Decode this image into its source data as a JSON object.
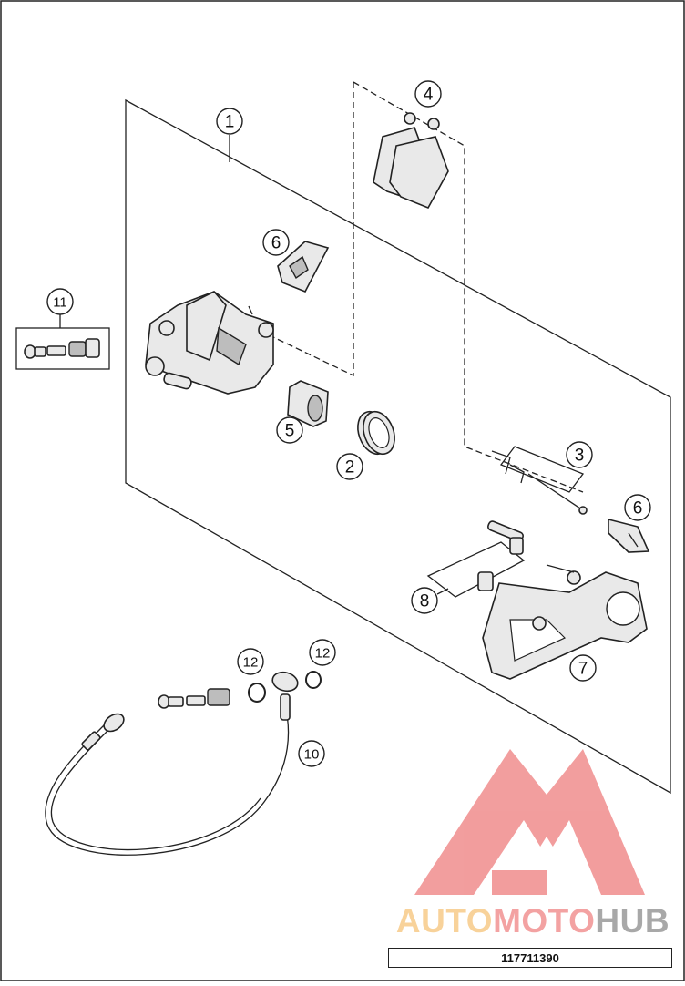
{
  "callouts": {
    "c1": "1",
    "c2": "2",
    "c3": "3",
    "c4": "4",
    "c5": "5",
    "c6a": "6",
    "c6b": "6",
    "c7": "7",
    "c8": "8",
    "c10": "10",
    "c11": "11",
    "c12a": "12",
    "c12b": "12"
  },
  "watermark": {
    "part1": "AUTO",
    "part2": "MOTO",
    "part3": "HUB",
    "colors": {
      "auto": "#f8d29a",
      "moto": "#f3a2a2",
      "hub": "#a8a8a8",
      "triangle": "#f08d8d"
    }
  },
  "part_number": "117711390"
}
